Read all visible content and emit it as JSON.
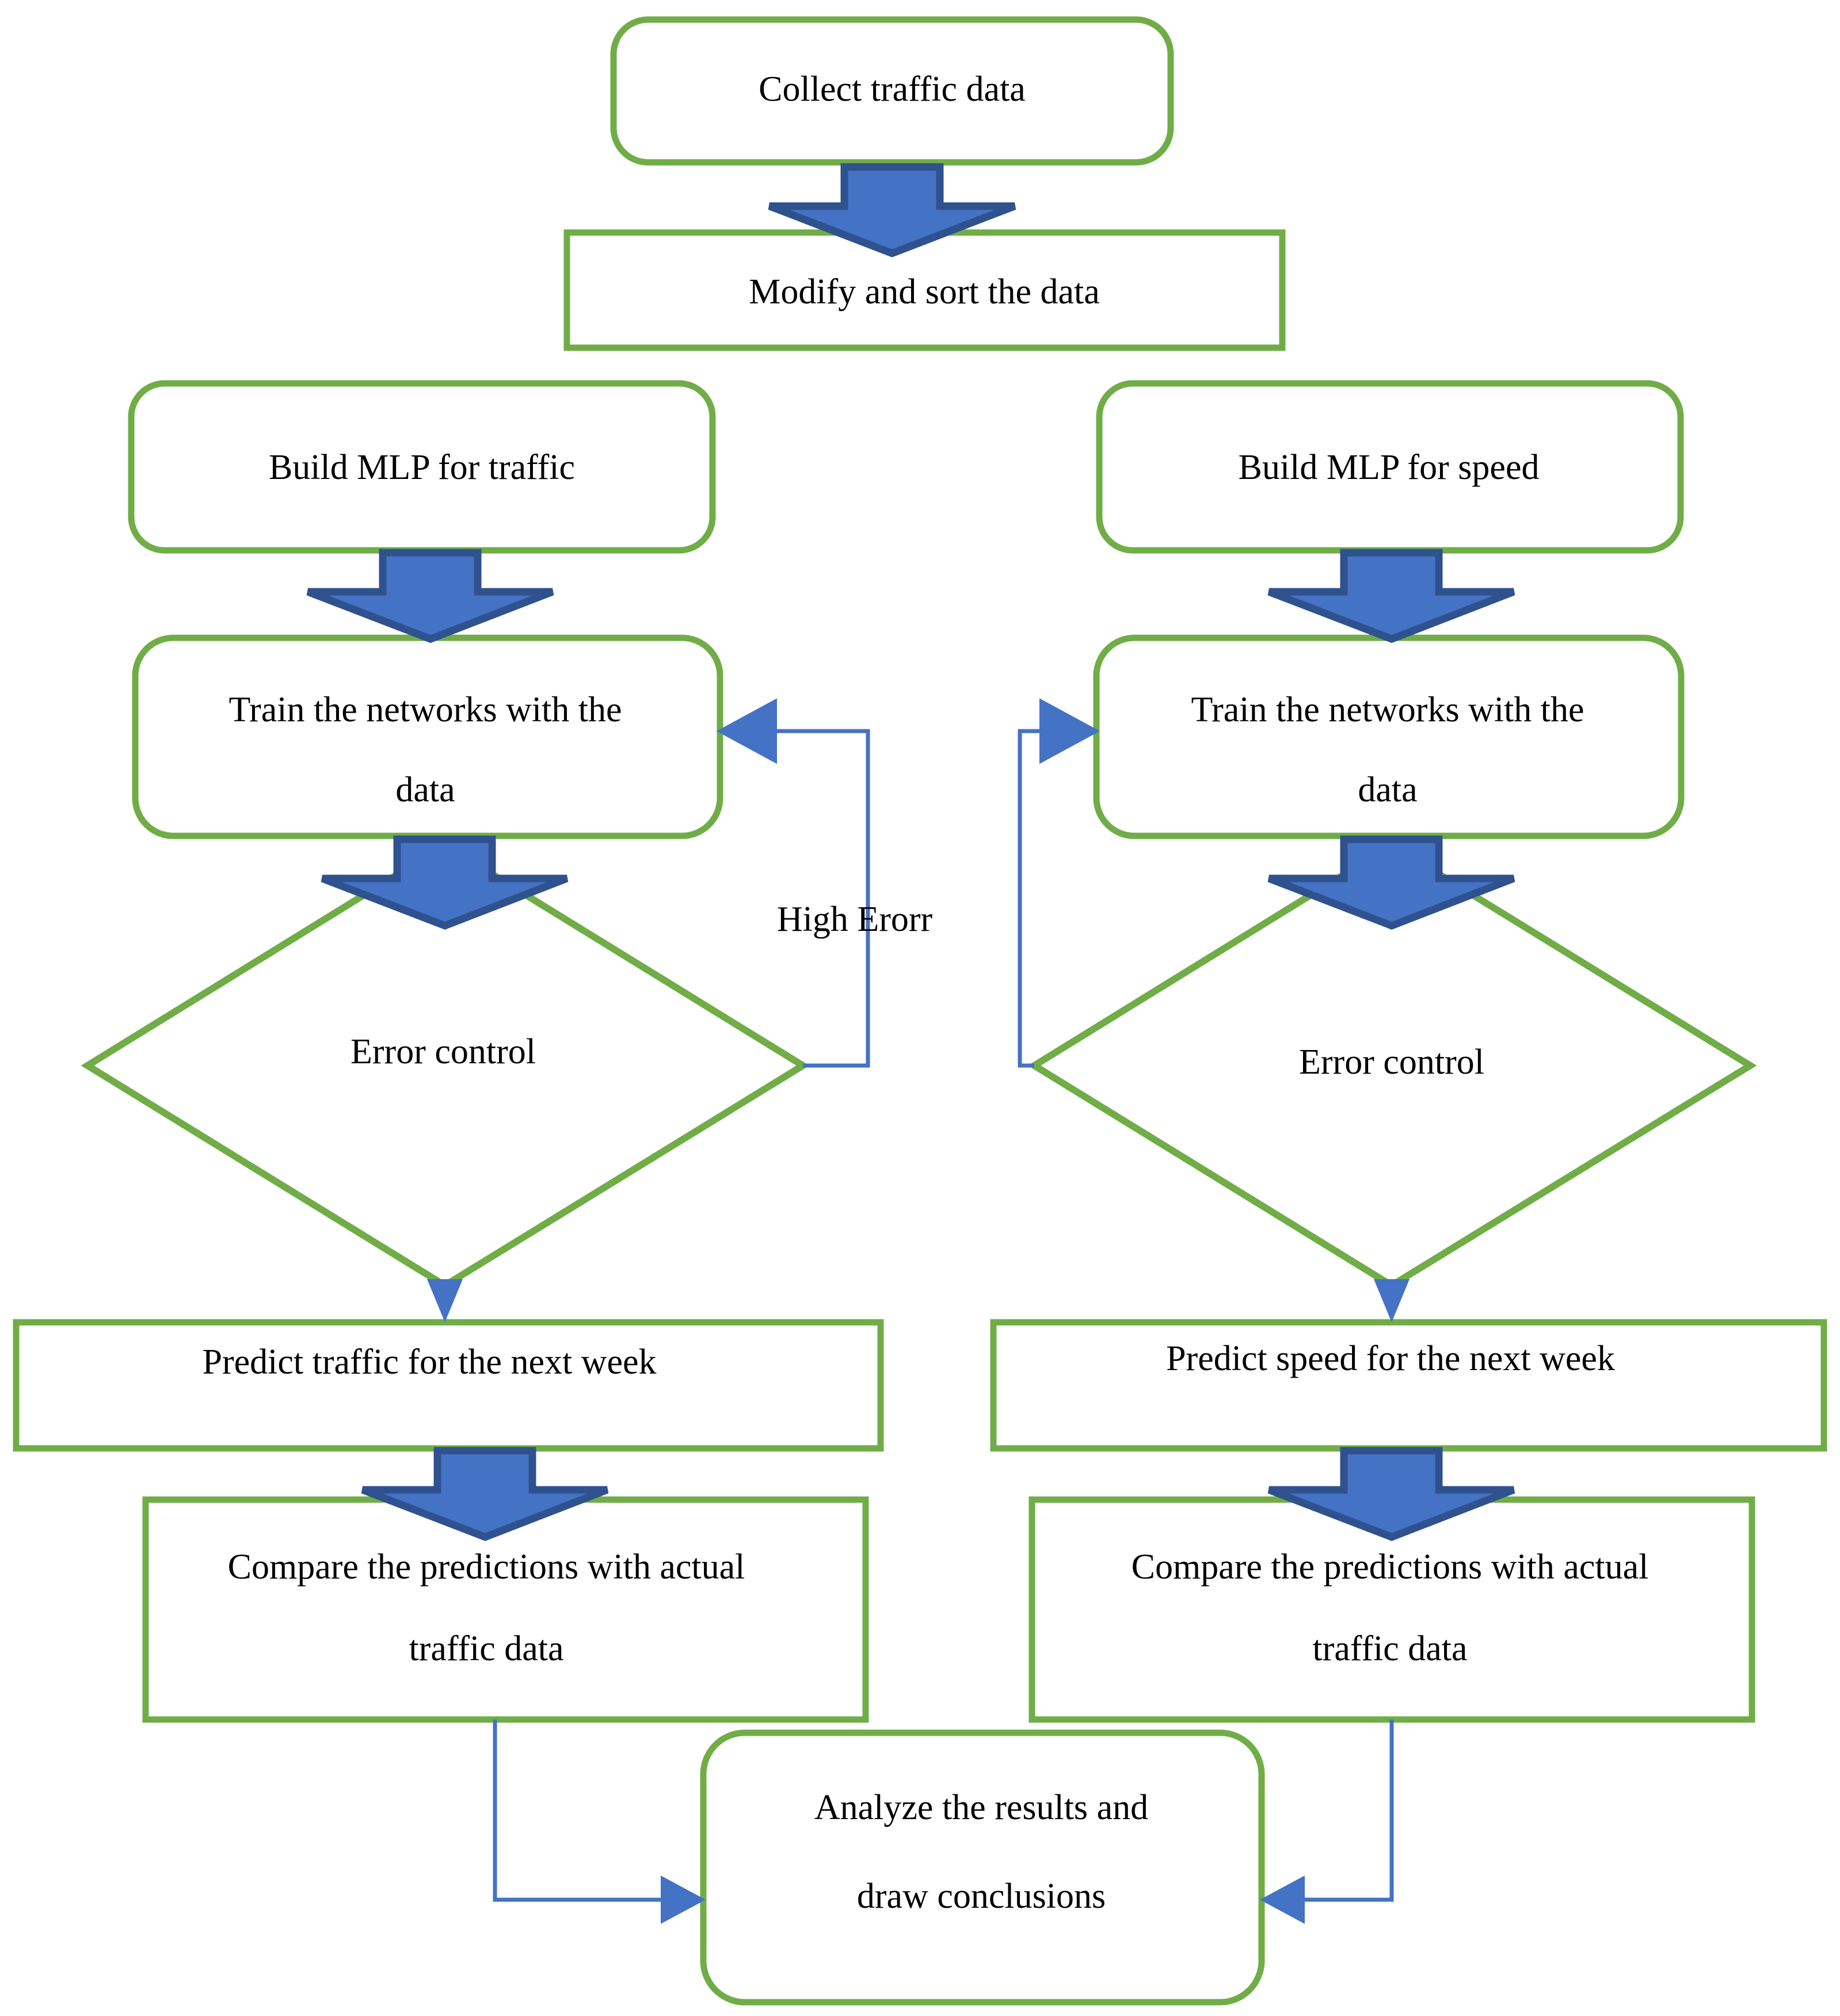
{
  "diagram": {
    "title": "Traffic and speed prediction MLP workflow flowchart",
    "colors": {
      "node_border": "#70AD47",
      "node_fill": "#ffffff",
      "block_arrow_fill": "#4472C4",
      "block_arrow_border": "#2F528F",
      "connector_line": "#4472C4",
      "text": "#000000",
      "background": "#ffffff"
    },
    "nodes": {
      "collect": {
        "label": "Collect traffic data",
        "shape": "rounded-rectangle"
      },
      "modify": {
        "label": "Modify and sort the data",
        "shape": "rectangle"
      },
      "build_traffic": {
        "label": "Build MLP for traffic",
        "shape": "rounded-rectangle"
      },
      "build_speed": {
        "label": "Build MLP for speed",
        "shape": "rounded-rectangle"
      },
      "train_left_line1": {
        "label": "Train the networks with the",
        "shape": "rounded-rectangle"
      },
      "train_left_line2": {
        "label": "data"
      },
      "train_right_line1": {
        "label": "Train the networks with the",
        "shape": "rounded-rectangle"
      },
      "train_right_line2": {
        "label": "data"
      },
      "error_left": {
        "label": "Error control",
        "shape": "diamond"
      },
      "error_right": {
        "label": "Error control",
        "shape": "diamond"
      },
      "predict_traffic": {
        "label": "Predict traffic for the next week",
        "shape": "rectangle"
      },
      "predict_speed": {
        "label": "Predict speed for the next week",
        "shape": "rectangle"
      },
      "compare_left_line1": {
        "label": "Compare the predictions with actual",
        "shape": "rectangle"
      },
      "compare_left_line2": {
        "label": "traffic data"
      },
      "compare_right_line1": {
        "label": "Compare the predictions with actual",
        "shape": "rectangle"
      },
      "compare_right_line2": {
        "label": "traffic data"
      },
      "analyze_line1": {
        "label": "Analyze the results and",
        "shape": "rounded-rectangle"
      },
      "analyze_line2": {
        "label": "draw conclusions"
      }
    },
    "edge_labels": {
      "high_error": "High Erorr"
    }
  }
}
